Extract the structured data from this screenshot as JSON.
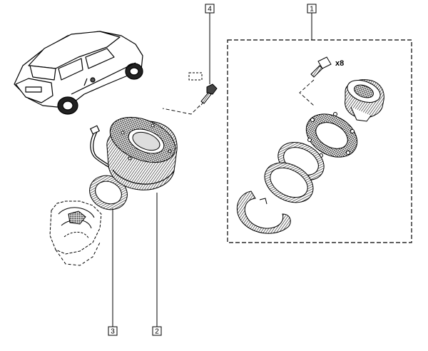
{
  "callouts": {
    "c1": "1",
    "c2": "2",
    "c3": "3",
    "c4": "4"
  },
  "kit": {
    "screw_quantity": "x8"
  },
  "colors": {
    "line": "#000000",
    "hatch": "#555555",
    "background": "#ffffff"
  }
}
